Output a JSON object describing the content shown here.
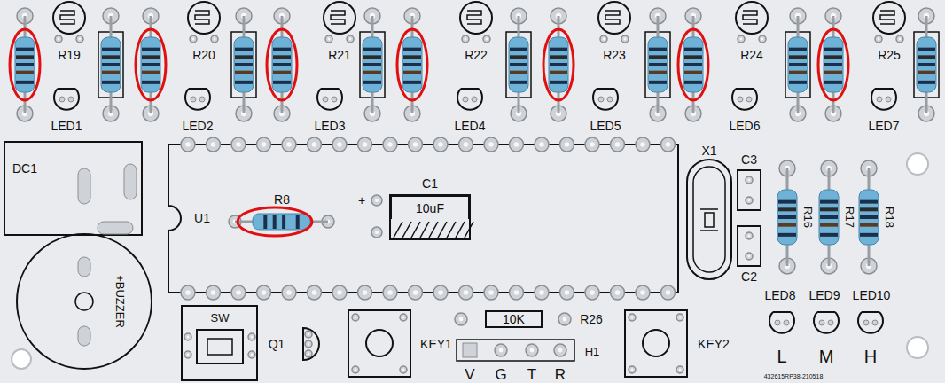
{
  "diagram": {
    "nodes": [
      {
        "text": [
          "10uF"
        ]
      },
      {
        "text": [
          "10K"
        ]
      }
    ],
    "labels": [
      "R19",
      "R20",
      "R21",
      "R22",
      "R23",
      "R24",
      "R25",
      "LED1",
      "LED2",
      "LED3",
      "LED4",
      "LED5",
      "LED6",
      "LED7",
      "DC1",
      "U1",
      "R8",
      "+",
      "C1",
      "X1",
      "C3",
      "R16",
      "R17",
      "R18",
      "C2",
      "LED8",
      "LED9",
      "LED10",
      "L",
      "M",
      "H",
      "+BUZZER",
      "SW",
      "Q1",
      "KEY1",
      "R26",
      "H1",
      "V",
      "G",
      "T",
      "R",
      "KEY2",
      "432615RP38-210518"
    ]
  }
}
